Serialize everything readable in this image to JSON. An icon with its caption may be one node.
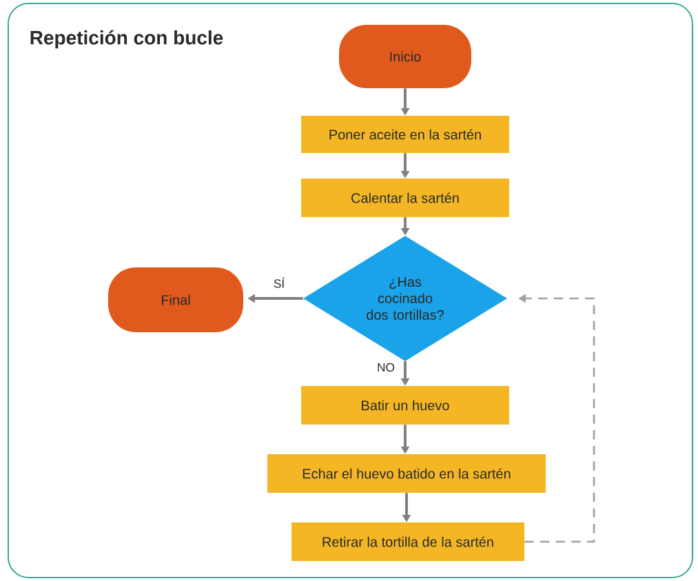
{
  "diagram": {
    "title": "Repetición con bucle",
    "nodes": [
      {
        "text": [
          "Inicio"
        ]
      },
      {
        "text": [
          "Poner aceite en la sartén"
        ]
      },
      {
        "text": [
          "Calentar la sartén"
        ]
      },
      {
        "text": [
          "¿Has cocinado dos tortillas?"
        ]
      },
      {
        "text": [
          "Final"
        ]
      },
      {
        "text": [
          "Batir un huevo"
        ]
      },
      {
        "text": [
          "Echar el huevo batido en la sartén"
        ]
      },
      {
        "text": [
          "Retirar la tortilla de la sartén"
        ]
      }
    ],
    "edges": [
      {
        "from": 0,
        "to": 1,
        "arrow": "to"
      },
      {
        "from": 1,
        "to": 2,
        "arrow": "to"
      },
      {
        "from": 2,
        "to": 3,
        "arrow": "to"
      },
      {
        "from": 3,
        "to": 4,
        "arrow": "to",
        "label": "SÍ"
      },
      {
        "from": 3,
        "to": 5,
        "arrow": "to",
        "label": "NO"
      },
      {
        "from": 5,
        "to": 6,
        "arrow": "to"
      },
      {
        "from": 6,
        "to": 7,
        "arrow": "to"
      },
      {
        "from": 7,
        "to": 3,
        "arrow": "to",
        "style": "dashed",
        "color": "#a0a0a0"
      }
    ]
  }
}
